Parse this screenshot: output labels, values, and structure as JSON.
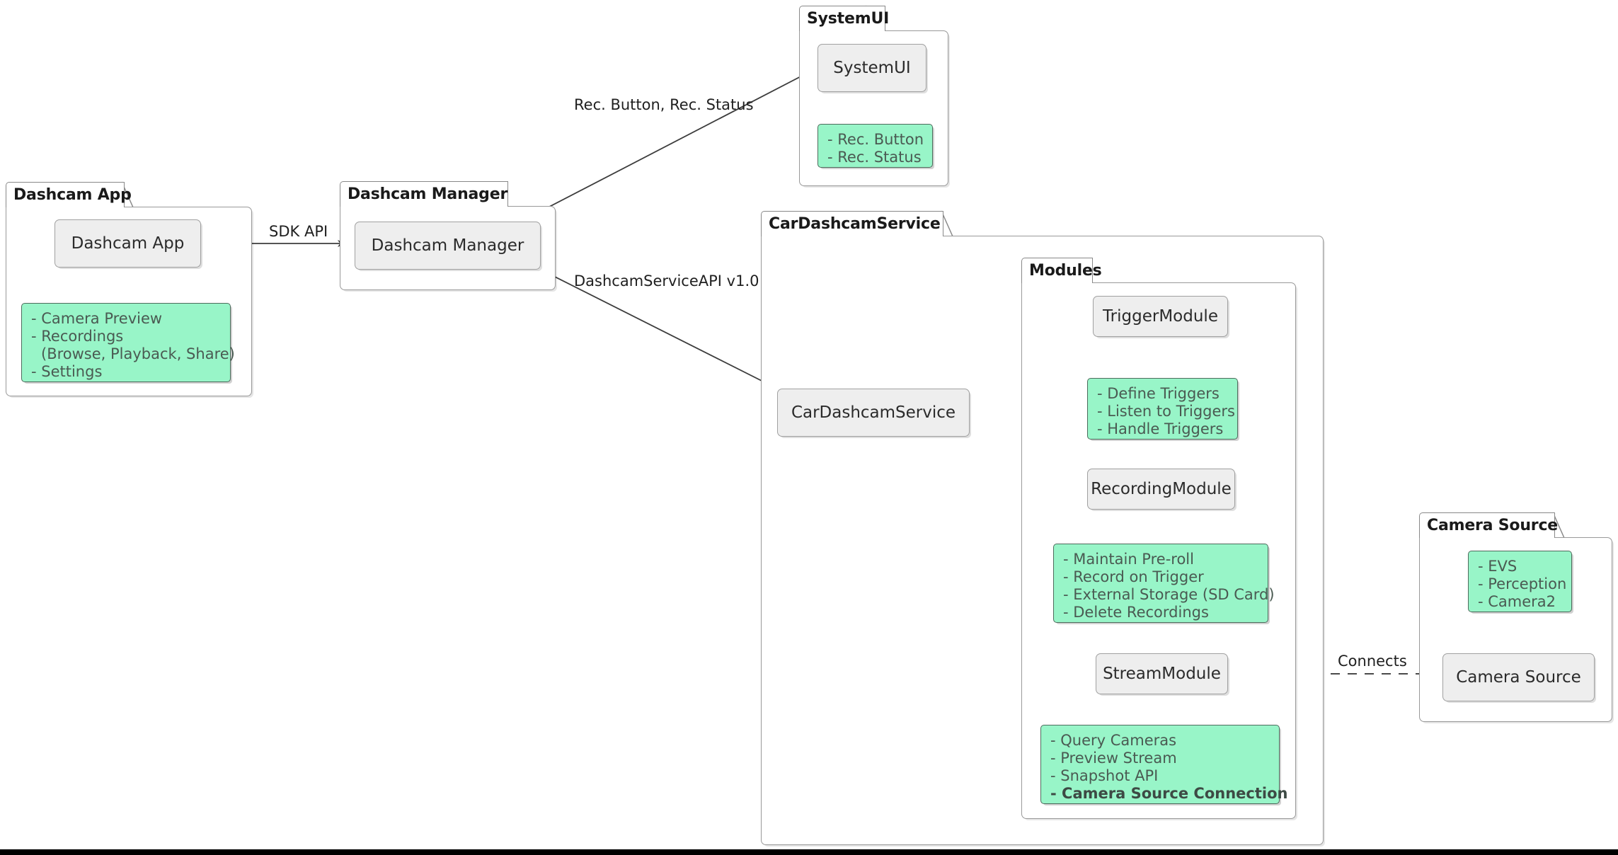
{
  "diagram": {
    "type": "uml-component-diagram",
    "colors": {
      "note_fill": "#98f5c8",
      "note_border": "#4d6b5c",
      "component_fill": "#eeeeee",
      "component_border": "#a0a0a0",
      "package_border": "#999999",
      "text": "#2b2b2b",
      "note_text": "#4a5a52"
    }
  },
  "packages": [
    {
      "id": "dashcam-app",
      "title": "Dashcam App"
    },
    {
      "id": "dashcam-manager",
      "title": "Dashcam Manager"
    },
    {
      "id": "system-ui",
      "title": "SystemUI"
    },
    {
      "id": "car-dashcam-service",
      "title": "CarDashcamService"
    },
    {
      "id": "modules",
      "title": "Modules"
    },
    {
      "id": "camera-source",
      "title": "Camera Source"
    }
  ],
  "components": [
    {
      "id": "dashcam-app",
      "label": "Dashcam App",
      "has_icon": true
    },
    {
      "id": "dashcam-manager",
      "label": "Dashcam Manager",
      "has_icon": true
    },
    {
      "id": "system-ui",
      "label": "SystemUI",
      "has_icon": true
    },
    {
      "id": "car-dashcam-service",
      "label": "CarDashcamService",
      "has_icon": true
    },
    {
      "id": "trigger-module",
      "label": "TriggerModule",
      "has_icon": false
    },
    {
      "id": "recording-module",
      "label": "RecordingModule",
      "has_icon": false
    },
    {
      "id": "stream-module",
      "label": "StreamModule",
      "has_icon": false
    },
    {
      "id": "camera-source",
      "label": "Camera Source",
      "has_icon": true
    }
  ],
  "notes": {
    "dashcam_app": [
      {
        "text": "- Camera Preview",
        "bold": false,
        "indent": false
      },
      {
        "text": "- Recordings",
        "bold": false,
        "indent": false
      },
      {
        "text": "(Browse, Playback, Share)",
        "bold": false,
        "indent": true
      },
      {
        "text": "- Settings",
        "bold": false,
        "indent": false
      }
    ],
    "system_ui": [
      {
        "text": "- Rec. Button",
        "bold": false,
        "indent": false
      },
      {
        "text": "- Rec. Status",
        "bold": false,
        "indent": false
      }
    ],
    "trigger_module": [
      {
        "text": "- Define Triggers",
        "bold": false,
        "indent": false
      },
      {
        "text": "- Listen to Triggers",
        "bold": false,
        "indent": false
      },
      {
        "text": "- Handle Triggers",
        "bold": false,
        "indent": false
      }
    ],
    "recording_module": [
      {
        "text": "- Maintain Pre-roll",
        "bold": false,
        "indent": false
      },
      {
        "text": "- Record on Trigger",
        "bold": false,
        "indent": false
      },
      {
        "text": "- External Storage (SD Card)",
        "bold": false,
        "indent": false
      },
      {
        "text": "- Delete Recordings",
        "bold": false,
        "indent": false
      }
    ],
    "stream_module": [
      {
        "text": "- Query Cameras",
        "bold": false,
        "indent": false
      },
      {
        "text": "- Preview Stream",
        "bold": false,
        "indent": false
      },
      {
        "text": "- Snapshot API",
        "bold": false,
        "indent": false
      },
      {
        "text": "- Camera Source Connection",
        "bold": true,
        "indent": false
      }
    ],
    "camera_source": [
      {
        "text": "- EVS",
        "bold": false,
        "indent": false
      },
      {
        "text": "- Perception",
        "bold": false,
        "indent": false
      },
      {
        "text": "- Camera2",
        "bold": false,
        "indent": false
      }
    ]
  },
  "edges": [
    {
      "id": "sdk-api",
      "label": "SDK API",
      "from": "Dashcam App",
      "to": "Dashcam Manager",
      "style": "solid-arrow"
    },
    {
      "id": "rec-button-status",
      "label": "Rec. Button, Rec. Status",
      "from": "Dashcam Manager",
      "to": "SystemUI",
      "style": "solid-arrow"
    },
    {
      "id": "dashcam-service-api",
      "label": "DashcamServiceAPI v1.0",
      "from": "Dashcam Manager",
      "to": "CarDashcamService",
      "style": "solid-arrow"
    },
    {
      "id": "to-trigger-module",
      "label": "",
      "from": "CarDashcamService",
      "to": "TriggerModule",
      "style": "solid-arrow"
    },
    {
      "id": "to-recording-module",
      "label": "",
      "from": "CarDashcamService",
      "to": "RecordingModule",
      "style": "solid-arrow"
    },
    {
      "id": "to-stream-module",
      "label": "",
      "from": "CarDashcamService",
      "to": "StreamModule",
      "style": "solid-arrow-curved"
    },
    {
      "id": "connects",
      "label": "Connects",
      "from": "StreamModule",
      "to": "Camera Source",
      "style": "dashed"
    }
  ]
}
